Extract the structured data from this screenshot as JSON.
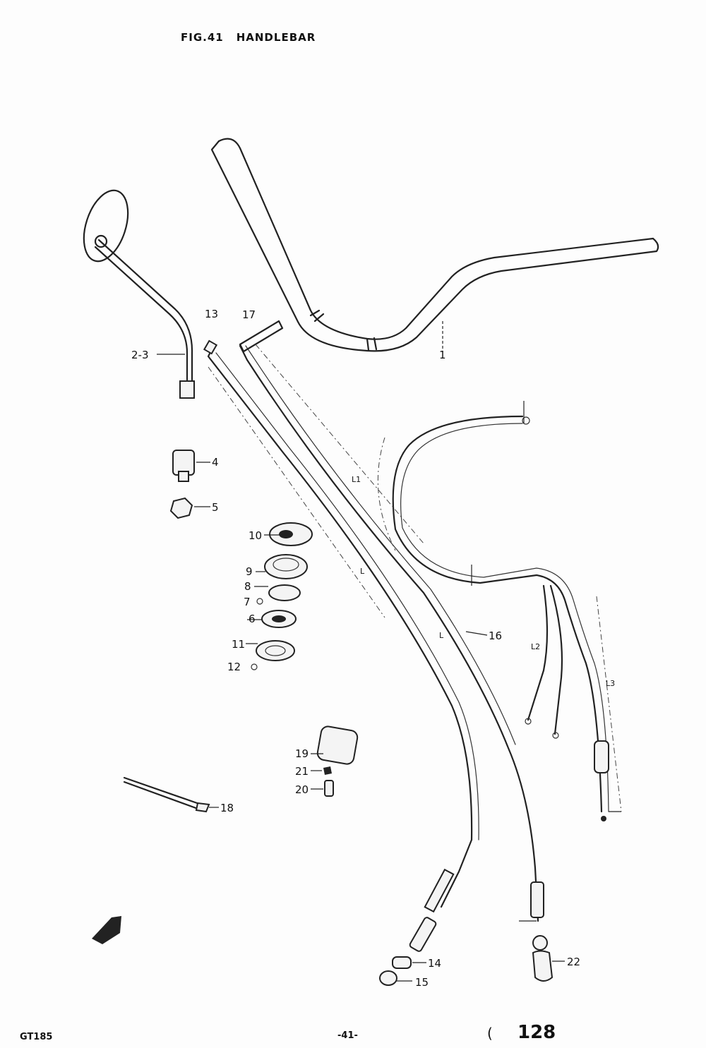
{
  "header": {
    "fig": "FIG.41",
    "title": "HANDLEBAR"
  },
  "footer": {
    "left": "GT185",
    "center": "-41-",
    "right_mark": "(",
    "right": "128"
  },
  "parts": {
    "p1": "1",
    "p2_3": "2-3",
    "p4": "4",
    "p5": "5",
    "p6": "6",
    "p7": "7",
    "p8": "8",
    "p9": "9",
    "p10": "10",
    "p11": "11",
    "p12": "12",
    "p13": "13",
    "p14": "14",
    "p15": "15",
    "p16": "16",
    "p17": "17",
    "p18": "18",
    "p19": "19",
    "p20": "20",
    "p21": "21",
    "p22": "22"
  },
  "dims": {
    "l1": "L1",
    "l_a": "L",
    "l_b": "L",
    "l2": "L2",
    "l3": "L3"
  }
}
